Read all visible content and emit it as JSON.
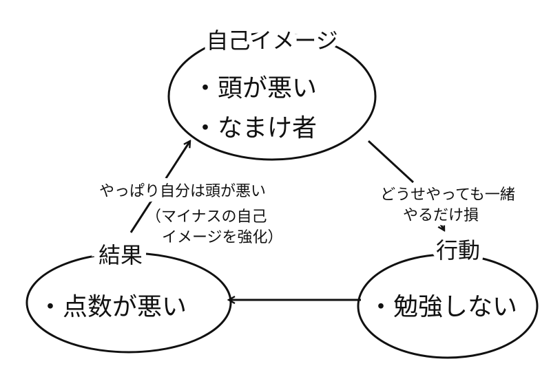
{
  "self_image": {
    "title": "自己イメージ",
    "items": [
      "・頭が悪い",
      "・なまけ者"
    ]
  },
  "action": {
    "title": "行動",
    "items": [
      "・勉強しない"
    ]
  },
  "result": {
    "title": "結果",
    "items": [
      "・点数が悪い"
    ]
  },
  "arrow_self_to_action": {
    "lines": [
      "どうせやっても一緒",
      "やるだけ損"
    ]
  },
  "arrow_result_to_self": {
    "lines": [
      "やっぱり自分は頭が悪い",
      "（マイナスの自己",
      "イメージを強化）"
    ]
  },
  "colors": {
    "ink": "#111111",
    "paper": "#ffffff"
  }
}
